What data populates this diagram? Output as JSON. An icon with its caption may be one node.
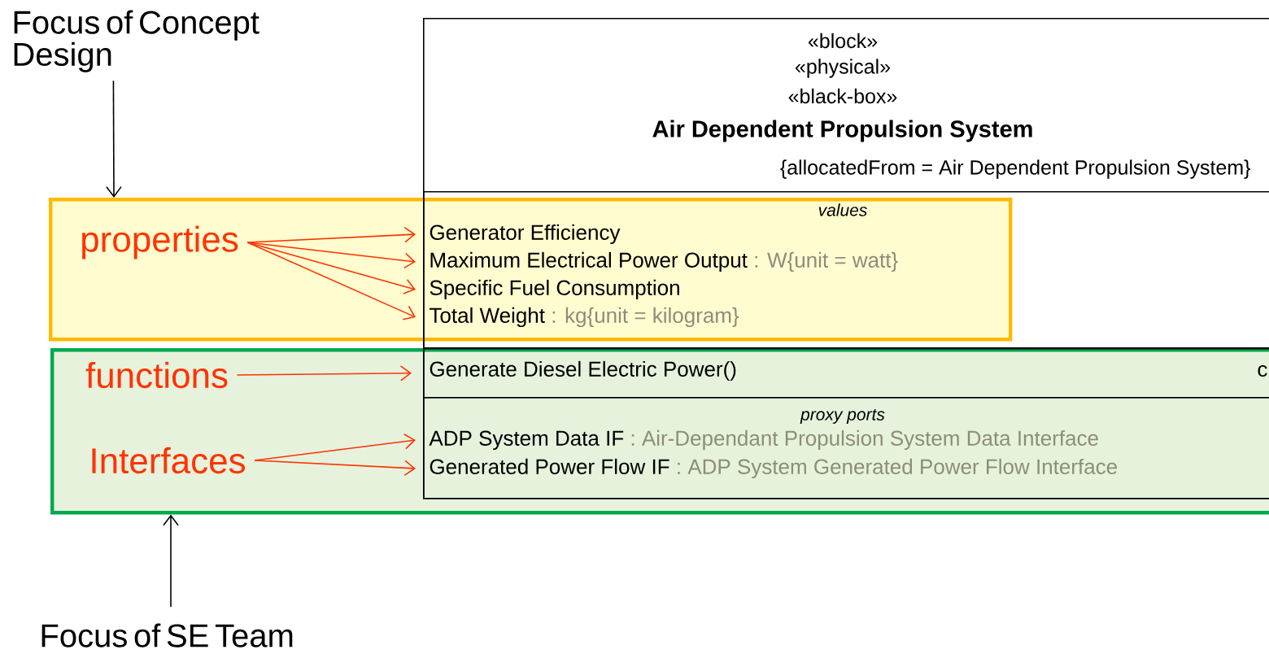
{
  "diagram": {
    "nodes": [
      {
        "text": [
          "Focus of Concept Design"
        ]
      },
      {
        "text": [],
        "shape": "box"
      },
      {
        "text": [
          "properties"
        ],
        "in": 1
      },
      {
        "text": [],
        "shape": "box"
      },
      {
        "text": [
          "functions"
        ],
        "in": 3
      },
      {
        "text": [
          "Interfaces"
        ],
        "in": 3
      },
      {
        "text": [
          "«block»",
          "«physical»",
          "«black-box»",
          "Air Dependent Propulsion System",
          "{allocatedFrom = Air Dependent Propulsion System}"
        ]
      },
      {
        "text": [
          "values"
        ],
        "in": 6
      },
      {
        "text": [
          "Generator Efficiency"
        ]
      },
      {
        "text": [
          "Maximum Electrical Power Output",
          ": W{unit = watt}"
        ]
      },
      {
        "text": [
          "Specific Fuel Consumption"
        ]
      },
      {
        "text": [
          "Total Weight",
          ": kg{unit = kilogram}"
        ]
      },
      {
        "text": [
          "Generate Diesel Electric Power()"
        ]
      },
      {
        "text": [
          "proxy ports"
        ]
      },
      {
        "text": [
          "ADP System Data IF",
          ": Air-Dependant Propulsion System Data Interface"
        ],
        "in": 13
      },
      {
        "text": [
          "Generated Power Flow IF",
          ": ADP System Generated Power Flow Interface"
        ],
        "in": 13
      },
      {
        "text": [
          "Focus of SE Team"
        ]
      }
    ],
    "edges": [
      {
        "from": 0,
        "to": 1,
        "arrow": "to",
        "color": "#000000"
      },
      {
        "from": 16,
        "to": 3,
        "arrow": "to",
        "color": "#000000"
      },
      {
        "from": 2,
        "to": 8,
        "arrow": "to"
      },
      {
        "from": 2,
        "to": 9,
        "arrow": "to"
      },
      {
        "from": 2,
        "to": 10,
        "arrow": "to"
      },
      {
        "from": 2,
        "to": 11,
        "arrow": "to"
      },
      {
        "from": 4,
        "to": 12,
        "arrow": "to"
      },
      {
        "from": 5,
        "to": 14,
        "arrow": "to"
      },
      {
        "from": 5,
        "to": 15,
        "arrow": "to"
      }
    ],
    "labels": [
      "c"
    ]
  }
}
